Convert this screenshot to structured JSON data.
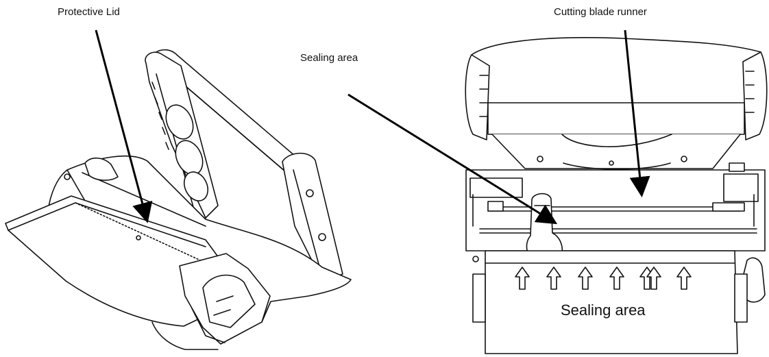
{
  "labels": {
    "protective_lid": "Protective Lid",
    "cutting_blade_runner": "Cutting blade runner",
    "sealing_area_callout": "Sealing area",
    "sealing_area_tray": "Sealing area"
  },
  "colors": {
    "line": "#111111",
    "arrow": "#000000",
    "background": "#ffffff"
  }
}
